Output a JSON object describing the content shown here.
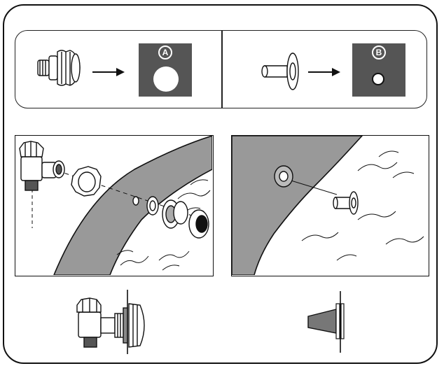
{
  "markers": {
    "a": {
      "label": "A",
      "hole": "large"
    },
    "b": {
      "label": "B",
      "hole": "small"
    }
  },
  "colors": {
    "marker_bg": "#555555",
    "wall_fill": "#999999",
    "outline": "#111111"
  },
  "icons": [
    "threaded-connector-icon",
    "arrow-right-icon",
    "flange-plug-icon",
    "valve-assembly-icon",
    "gasket-ring-icon",
    "strainer-cap-icon",
    "water-waves-icon"
  ]
}
